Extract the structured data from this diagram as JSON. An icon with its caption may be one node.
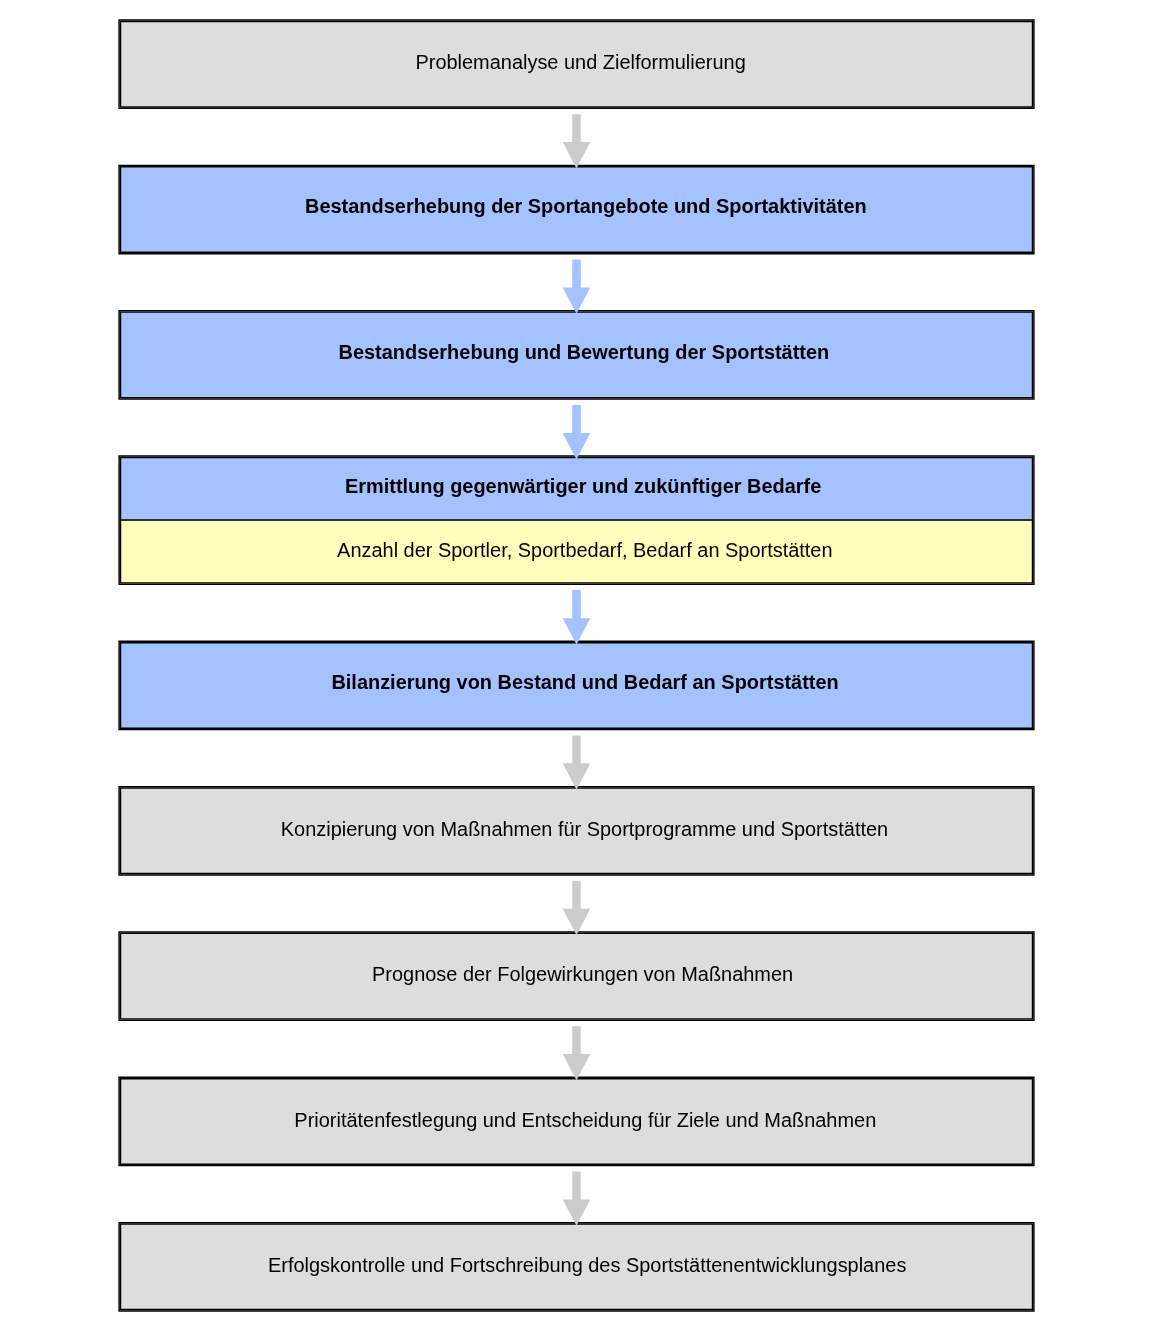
{
  "diagram": {
    "nodes": [
      {
        "text": [
          "Problemanalyse und Zielformulierung"
        ]
      },
      {
        "text": [
          "Bestandserhebung der Sportangebote und Sportaktivitäten"
        ]
      },
      {
        "text": [
          "Bestandserhebung und Bewertung der Sportstätten"
        ]
      },
      {
        "text": [
          "Ermittlung gegenwärtiger und zukünftiger Bedarfe",
          "Anzahl der Sportler, Sportbedarf, Bedarf an Sportstätten"
        ]
      },
      {
        "text": [
          "Bilanzierung von Bestand und Bedarf an Sportstätten"
        ]
      },
      {
        "text": [
          "Konzipierung von Maßnahmen für Sportprogramme und Sportstätten"
        ]
      },
      {
        "text": [
          "Prognose der Folgewirkungen von Maßnahmen"
        ]
      },
      {
        "text": [
          "Prioritätenfestlegung und Entscheidung für Ziele und Maßnahmen"
        ]
      },
      {
        "text": [
          "Erfolgskontrolle und Fortschreibung des Sportstättenentwicklungsplanes"
        ]
      }
    ],
    "edges": [
      {
        "from": 0,
        "to": 1,
        "arrow": "to"
      },
      {
        "from": 1,
        "to": 2,
        "arrow": "to",
        "color": "#a4c2ff"
      },
      {
        "from": 2,
        "to": 3,
        "arrow": "to",
        "color": "#a4c2ff"
      },
      {
        "from": 3,
        "to": 4,
        "arrow": "to",
        "color": "#a4c2ff"
      },
      {
        "from": 4,
        "to": 5,
        "arrow": "to"
      },
      {
        "from": 5,
        "to": 6,
        "arrow": "to"
      },
      {
        "from": 6,
        "to": 7,
        "arrow": "to"
      },
      {
        "from": 7,
        "to": 8,
        "arrow": "to"
      }
    ]
  }
}
